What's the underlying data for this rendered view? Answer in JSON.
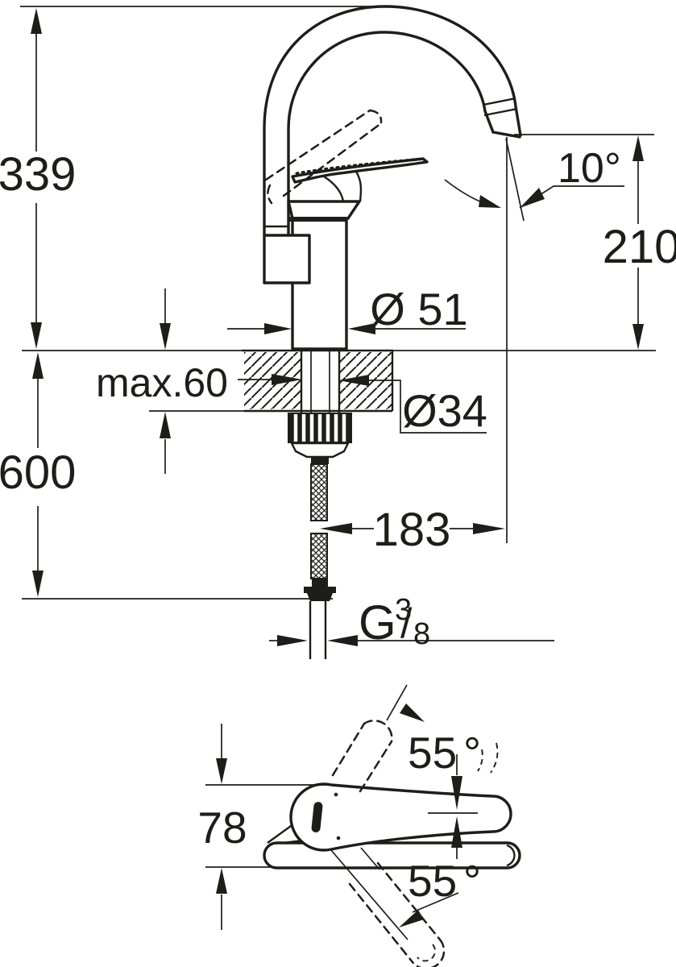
{
  "drawing": {
    "title": "single-lever kitchen faucet dimensional drawing",
    "background": "#ffffff",
    "ink": "#1d1d1b",
    "side_view": {
      "overall_height": "339",
      "spout_height": "210",
      "spout_angle": "10",
      "spout_angle_degree": "°",
      "base_diameter": "Ø 51",
      "max_deck_thickness": "max.60",
      "shank_diameter": "Ø34",
      "hose_length": "600",
      "spout_reach": "183",
      "thread": {
        "prefix": "G",
        "numerator": "3",
        "slash": "/",
        "denominator": "8"
      }
    },
    "top_view": {
      "swivel_upper": "55",
      "swivel_upper_degree": "°",
      "swivel_lower": "55",
      "swivel_lower_degree": "°",
      "depth": "78"
    }
  }
}
